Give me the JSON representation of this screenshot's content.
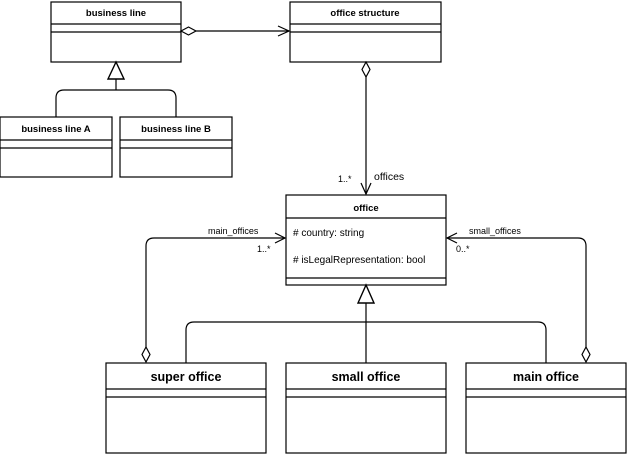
{
  "classes": {
    "business_line": {
      "name": "business line",
      "attributes": []
    },
    "office_structure": {
      "name": "office structure",
      "attributes": []
    },
    "business_line_a": {
      "name": "business line A",
      "attributes": []
    },
    "business_line_b": {
      "name": "business line B",
      "attributes": []
    },
    "office": {
      "name": "office",
      "attributes": [
        "# country: string",
        "# isLegalRepresentation: bool"
      ]
    },
    "super_office": {
      "name": "super office",
      "attributes": []
    },
    "small_office": {
      "name": "small office",
      "attributes": []
    },
    "main_office": {
      "name": "main office",
      "attributes": []
    }
  },
  "associations": {
    "offices": {
      "role": "offices",
      "multiplicity": "1..*"
    },
    "main_offices": {
      "role": "main_offices",
      "multiplicity": "1..*"
    },
    "small_offices": {
      "role": "small_offices",
      "multiplicity": "0..*"
    }
  }
}
